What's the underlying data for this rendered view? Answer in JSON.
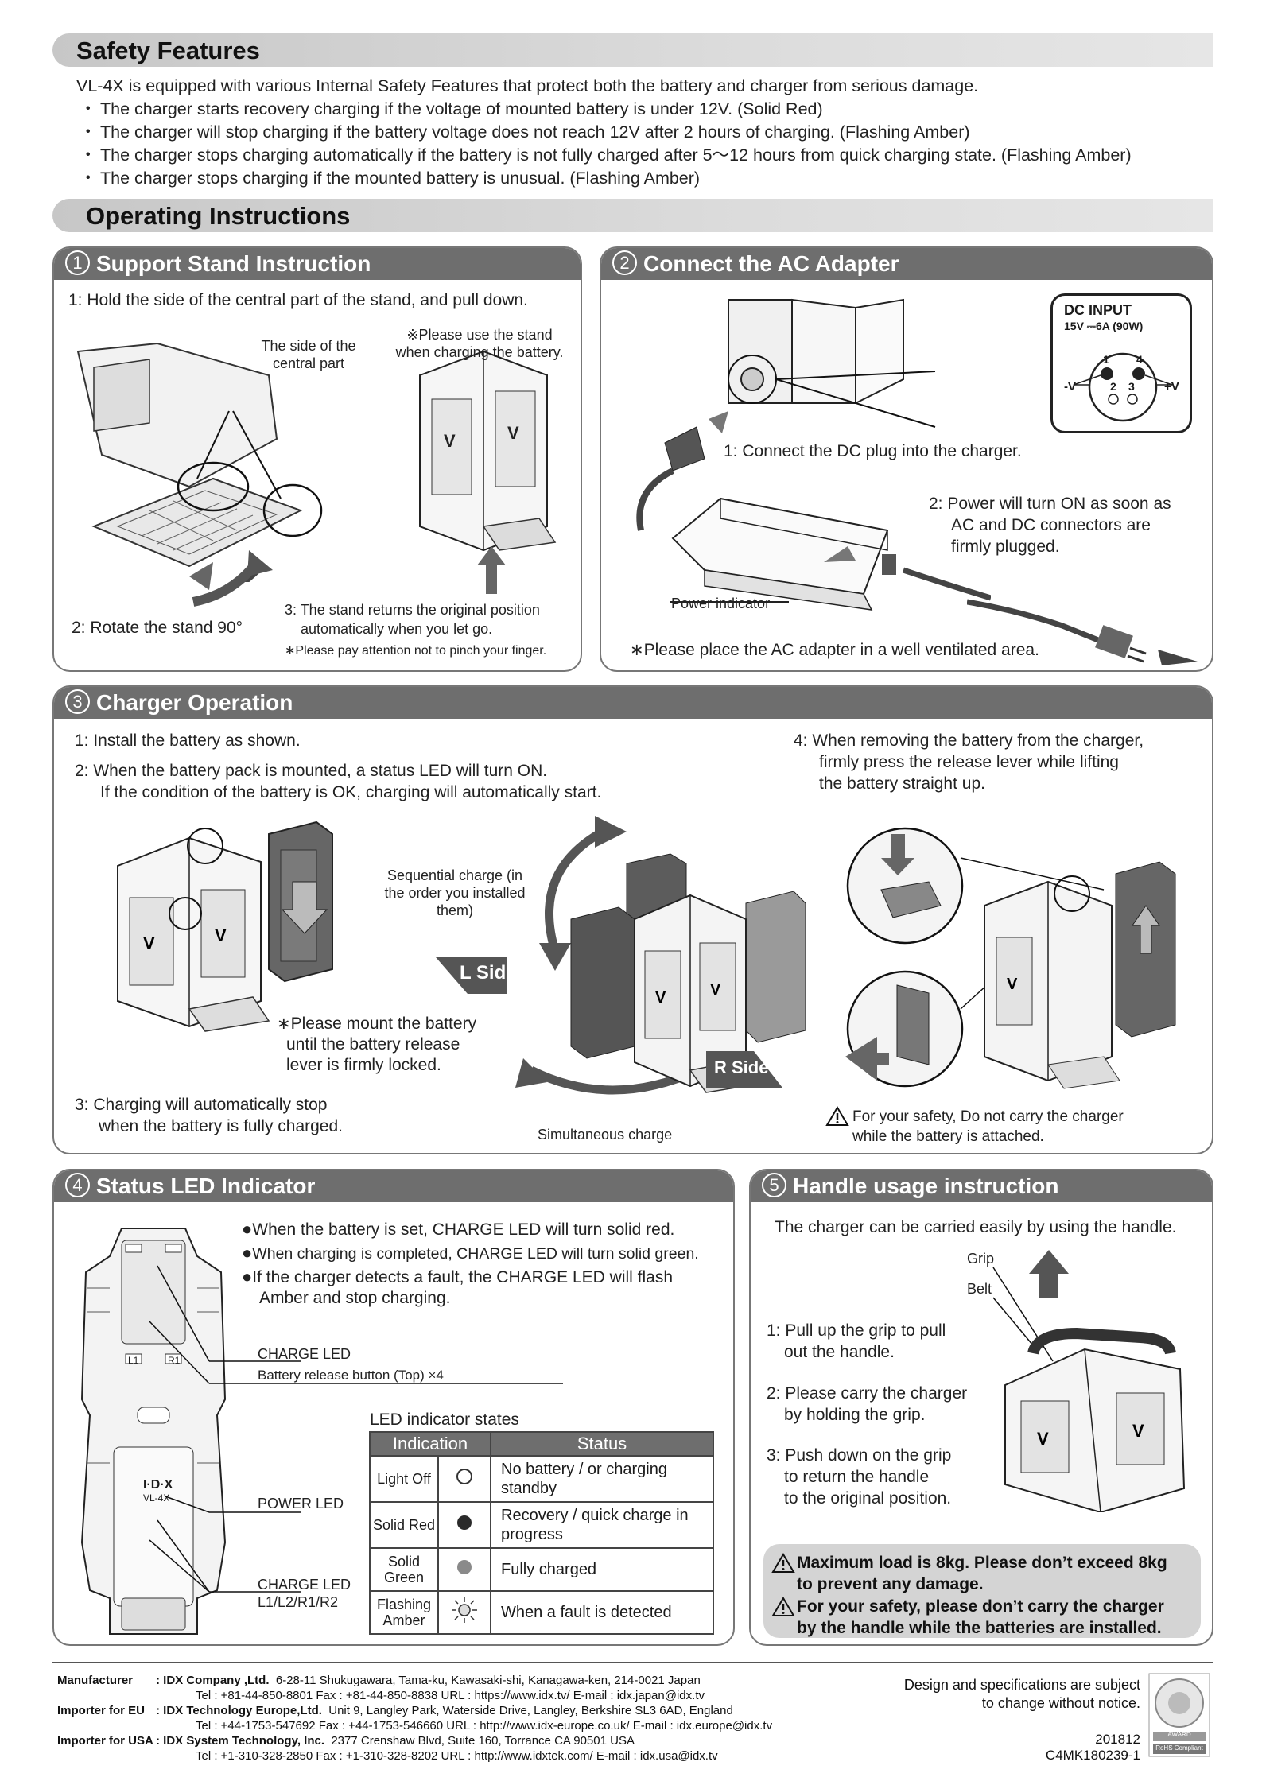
{
  "safety": {
    "title": "Safety Features",
    "intro": "VL-4X is equipped with various Internal Safety Features that protect both the battery and charger from serious damage.",
    "bullet_char": "・",
    "bullets": [
      "The charger starts recovery charging if the voltage of mounted battery is under 12V. (Solid Red)",
      "The charger will stop charging if the battery voltage does not reach 12V after 2 hours of charging. (Flashing Amber)",
      "The charger stops charging automatically if the battery is not fully charged after 5〜12 hours from quick charging state. (Flashing Amber)",
      "The charger stops charging if the mounted battery is unusual. (Flashing Amber)"
    ]
  },
  "operating": {
    "title": "Operating Instructions"
  },
  "support": {
    "num": "1",
    "title": "Support Stand Instruction",
    "step1": "1: Hold the side of the central part of the stand, and pull down.",
    "callout_side": "The side of the central part",
    "note": "※Please use the stand when charging the battery.",
    "step2": "2: Rotate the stand 90°",
    "step3a": "3: The stand returns the original position",
    "step3b": "automatically when you let go.",
    "caution": "∗Please pay attention not to pinch your finger."
  },
  "ac": {
    "num": "2",
    "title": "Connect the AC Adapter",
    "dc_input_title": "DC INPUT",
    "dc_input_spec": "15V ⎓6A (90W)",
    "pin1": "1",
    "pin2": "2",
    "pin3": "3",
    "pin4": "4",
    "pin_minus": "-V",
    "pin_plus": "+V",
    "step1": "1: Connect the DC plug into the charger.",
    "step2a": "2: Power will turn ON as soon as",
    "step2b": "AC and DC connectors are",
    "step2c": "firmly plugged.",
    "power_indicator": "Power indicator",
    "note": "∗Please place the AC adapter in a well ventilated area."
  },
  "charger": {
    "num": "3",
    "title": "Charger Operation",
    "step1": "1: Install the battery as shown.",
    "step2a": "2: When the battery pack is mounted, a status LED will turn ON.",
    "step2b": "If the condition of the battery is OK, charging will automatically start.",
    "sequential": "Sequential charge (in the order you installed them)",
    "l_side": "L Side",
    "r_side": "R Side",
    "mount_note_a": "∗Please mount the battery",
    "mount_note_b": "until the battery release",
    "mount_note_c": "lever is firmly locked.",
    "step3a": "3: Charging will automatically stop",
    "step3b": "when the battery is fully charged.",
    "simultaneous": "Simultaneous charge",
    "step4a": "4: When removing the battery from the charger,",
    "step4b": "firmly press the release lever while lifting",
    "step4c": "the battery straight up.",
    "safety_a": "For your safety, Do not carry the charger",
    "safety_b": "while the battery is attached."
  },
  "led": {
    "num": "4",
    "title": "Status LED Indicator",
    "b1": "When the battery is set, CHARGE LED will turn solid red.",
    "b2": "When charging is completed, CHARGE LED will turn solid green.",
    "b3a": "If the charger detects a fault, the CHARGE LED will flash",
    "b3b": "Amber and stop charging.",
    "charge_led": "CHARGE LED",
    "release_btn": "Battery release button (Top) ×4",
    "power_led": "POWER LED",
    "charge_led2": "CHARGE LED",
    "charge_led2_sub": "L1/L2/R1/R2",
    "table_title": "LED indicator states",
    "col_indication": "Indication",
    "col_status": "Status",
    "rows": [
      {
        "ind": "Light Off",
        "status": "No battery / or charging standby",
        "sym": "off"
      },
      {
        "ind": "Solid Red",
        "status": "Recovery / quick charge in progress",
        "sym": "red"
      },
      {
        "ind": "Solid Green",
        "status": "Fully charged",
        "sym": "green"
      },
      {
        "ind": "Flashing Amber",
        "status": "When a fault is detected",
        "sym": "flash"
      }
    ],
    "device_brand": "I·D·X",
    "device_model": "VL-4X",
    "device_l1": "L1",
    "device_r1": "R1"
  },
  "handle": {
    "num": "5",
    "title": "Handle usage instruction",
    "intro": "The charger can be carried easily by using the handle.",
    "grip": "Grip",
    "belt": "Belt",
    "step1a": "1: Pull up the grip to pull",
    "step1b": "out the handle.",
    "step2a": "2: Please carry the charger",
    "step2b": "by holding the grip.",
    "step3a": "3: Push down on the grip",
    "step3b": "to return the handle",
    "step3c": "to the original position.",
    "warn1a": "Maximum load is 8kg. Please don’t exceed 8kg",
    "warn1b": "to prevent any damage.",
    "warn2a": "For your safety, please don’t carry the charger",
    "warn2b": "by the handle while the batteries are installed."
  },
  "footer": {
    "manufacturer_label": "Manufacturer",
    "manufacturer": "IDX Company ,Ltd.",
    "manufacturer_addr": "6-28-11 Shukugawara, Tama-ku, Kawasaki-shi, Kanagawa-ken, 214-0021 Japan",
    "manufacturer_tel": "Tel : +81-44-850-8801    Fax : +81-44-850-8838    URL : https://www.idx.tv/    E-mail : idx.japan@idx.tv",
    "eu_label": "Importer for EU",
    "eu": "IDX Technology Europe,Ltd.",
    "eu_addr": "Unit 9, Langley Park, Waterside Drive, Langley, Berkshire SL3 6AD, England",
    "eu_tel": "Tel : +44-1753-547692    Fax : +44-1753-546660    URL : http://www.idx-europe.co.uk/    E-mail : idx.europe@idx.tv",
    "usa_label": "Importer for USA",
    "usa": "IDX System Technology, Inc.",
    "usa_addr": "2377 Crenshaw Blvd, Suite 160, Torrance CA 90501 USA",
    "usa_tel": "Tel : +1-310-328-2850    Fax : +1-310-328-8202    URL : http://www.idxtek.com/    E-mail : idx.usa@idx.tv",
    "design_a": "Design and specifications are subject",
    "design_b": "to change without notice.",
    "date": "201812",
    "code": "C4MK180239-1",
    "rohs": "RoHS Compliant",
    "award": "AWARD"
  }
}
